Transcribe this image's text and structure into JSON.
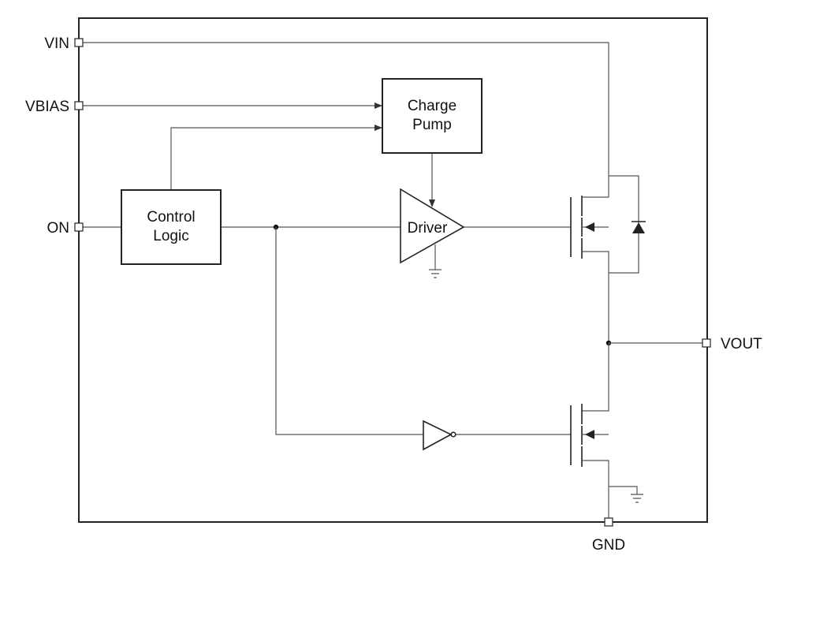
{
  "pins": {
    "vin": "VIN",
    "vbias": "VBIAS",
    "on": "ON",
    "vout": "VOUT",
    "gnd": "GND"
  },
  "blocks": {
    "charge_pump_line1": "Charge",
    "charge_pump_line2": "Pump",
    "control_logic_line1": "Control",
    "control_logic_line2": "Logic",
    "driver": "Driver"
  }
}
